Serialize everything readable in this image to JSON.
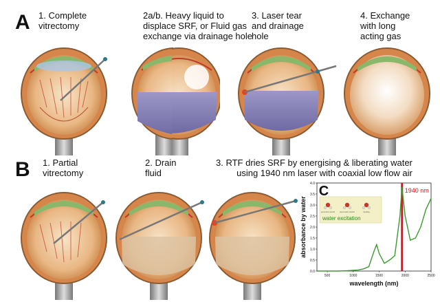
{
  "panels": {
    "A": {
      "letter": "A",
      "steps": [
        {
          "caption": "1. Complete\nvitrectomy"
        },
        {
          "caption": "2a/b. Heavy liquid to\ndisplace SRF, or Fluid gas\nexchange via drainage hole"
        },
        {
          "caption": "3. Laser tear\nand drainage\nhole"
        },
        {
          "caption": "4. Exchange\nwith long\nacting gas"
        }
      ]
    },
    "B": {
      "letter": "B",
      "steps": [
        {
          "caption": "1. Partial\nvitrectomy"
        },
        {
          "caption": "2. Drain\nfluid"
        },
        {
          "caption": "3. RTF dries SRF by energising & liberating water\nusing 1940 nm laser with coaxial low flow air"
        }
      ]
    }
  },
  "inset": {
    "letter": "C",
    "peak_label": "1940 nm",
    "legend_label": "water excitation",
    "molecule_labels": [
      "symmetric stretch",
      "asymmetric stretch",
      "bending"
    ],
    "colors": {
      "curve": "#3a9a2e",
      "peak_line": "#e0141e",
      "legend_bg": "#f3efc6"
    }
  },
  "chart_data": {
    "type": "line",
    "title": "",
    "xlabel": "wavelength (nm)",
    "ylabel": "absorbance by water",
    "xlim": [
      300,
      2500
    ],
    "ylim": [
      0,
      4.0
    ],
    "x_ticks": [
      "500",
      "1000",
      "1500",
      "2000",
      "2500"
    ],
    "y_ticks": [
      "0.0",
      "0.5",
      "1.0",
      "1.5",
      "2.0",
      "2.5",
      "3.0",
      "3.5",
      "4.0"
    ],
    "annotation": {
      "x": 1940,
      "label": "1940 nm"
    },
    "series": [
      {
        "x": [
          300,
          500,
          700,
          900,
          1100,
          1200,
          1300,
          1400,
          1450,
          1500,
          1600,
          1700,
          1800,
          1900,
          1940,
          2000,
          2100,
          2200,
          2300,
          2400,
          2500
        ],
        "values": [
          0.0,
          0.0,
          0.0,
          0.02,
          0.05,
          0.1,
          0.2,
          0.9,
          1.2,
          0.8,
          0.35,
          0.5,
          0.7,
          2.5,
          3.8,
          2.5,
          1.4,
          1.5,
          2.0,
          2.8,
          3.3
        ]
      }
    ]
  }
}
